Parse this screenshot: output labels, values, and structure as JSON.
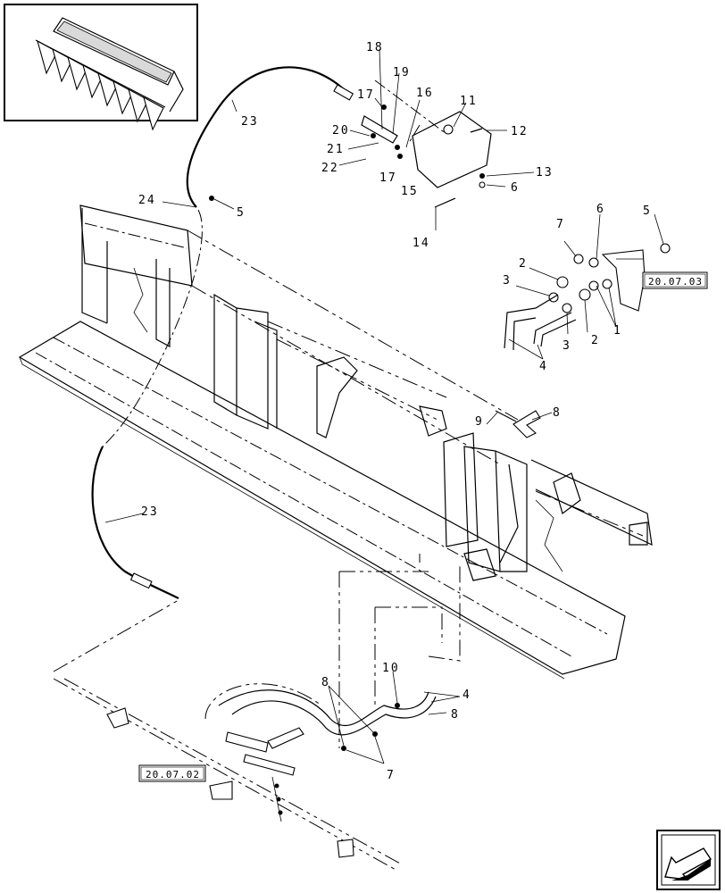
{
  "callouts": {
    "c18": "18",
    "c19": "19",
    "c16": "16",
    "c17a": "17",
    "c11": "11",
    "c12": "12",
    "c20": "20",
    "c21": "21",
    "c22": "22",
    "c17b": "17",
    "c15": "15",
    "c13": "13",
    "c6a": "6",
    "c23a": "23",
    "c24": "24",
    "c5a": "5",
    "c14": "14",
    "c7a": "7",
    "c6b": "6",
    "c5b": "5",
    "c2a": "2",
    "c3a": "3",
    "c1": "1",
    "c3b": "3",
    "c2b": "2",
    "c4a": "4",
    "c9": "9",
    "c8a": "8",
    "c23b": "23",
    "c10": "10",
    "c8b": "8",
    "c4b": "4",
    "c8c": "8",
    "c7b": "7"
  },
  "references": {
    "ref_a": "20.07.03",
    "ref_b": "20.07.02"
  },
  "navigation": {
    "arrow_icon": "previous-page-arrow-icon"
  }
}
